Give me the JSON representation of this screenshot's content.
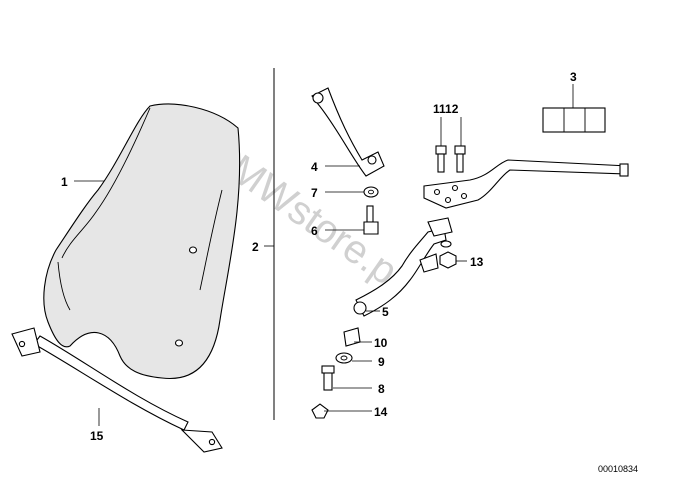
{
  "watermark": "BMWstore.pl",
  "drawing_number": "00010834",
  "callouts": {
    "c1": "1",
    "c2": "2",
    "c3": "3",
    "c4": "4",
    "c5": "5",
    "c6": "6",
    "c7": "7",
    "c8": "8",
    "c9": "9",
    "c10": "10",
    "c11_12": "1112",
    "c13": "13",
    "c14": "14",
    "c15": "15"
  }
}
